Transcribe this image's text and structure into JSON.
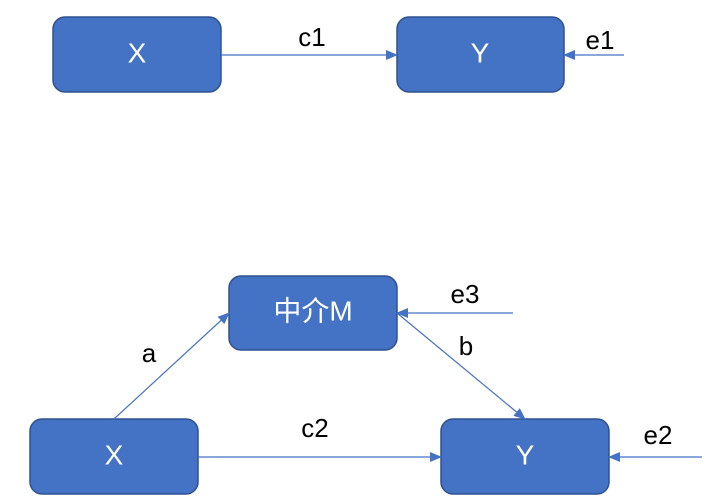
{
  "colors": {
    "node_fill": "#4472c4",
    "node_stroke": "#2f528f",
    "node_text": "#ffffff",
    "arrow": "#4472c4",
    "label_text": "#000000"
  },
  "diagram1": {
    "nodes": {
      "x": "X",
      "y": "Y"
    },
    "edges": {
      "x_to_y": "c1",
      "e1_to_y": "e1"
    }
  },
  "diagram2": {
    "nodes": {
      "mediator": "中介M",
      "x": "X",
      "y": "Y"
    },
    "edges": {
      "x_to_mediator": "a",
      "mediator_to_y": "b",
      "x_to_y": "c2",
      "e3_to_mediator": "e3",
      "e2_to_y": "e2"
    }
  }
}
